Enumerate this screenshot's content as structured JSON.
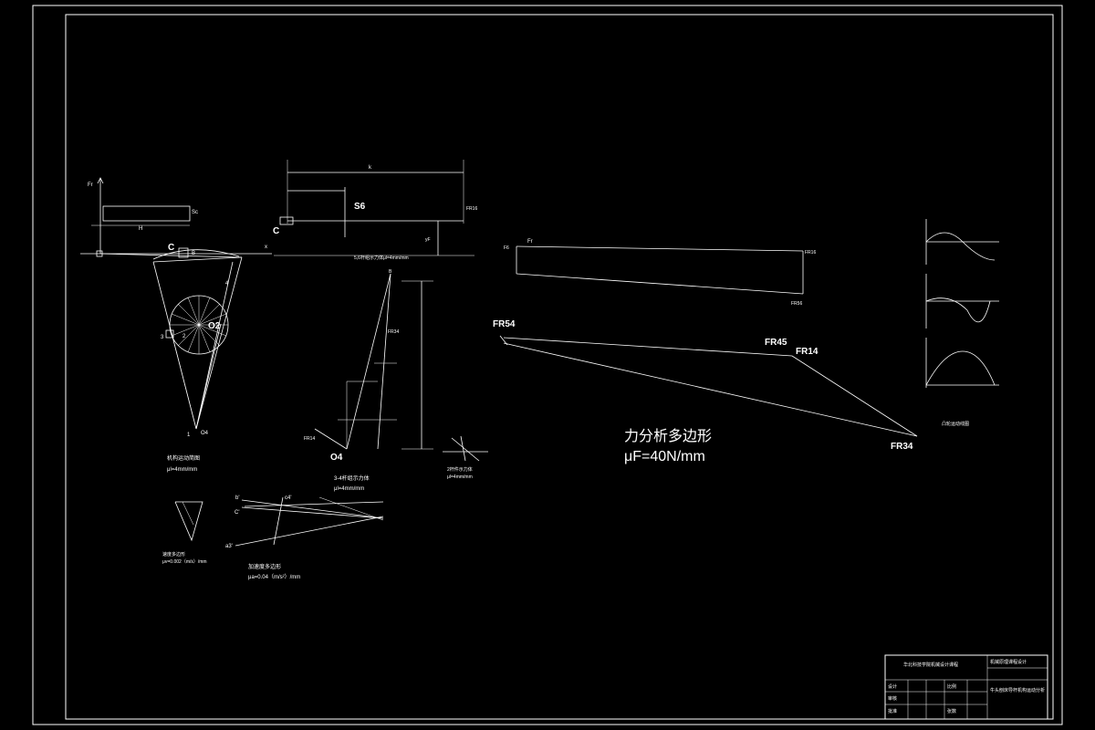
{
  "drawing": {
    "motion_diagram": {
      "title": "机构运动简图",
      "scale": "μl=4mm/mm",
      "labels": {
        "fr": "Fr",
        "h": "H",
        "sc": "Sc",
        "c": "C",
        "b": "B",
        "x": "x",
        "o4": "O4",
        "one": "1",
        "two": "2",
        "three": "3",
        "four": "4",
        "o2": "O2"
      }
    },
    "force_56": {
      "title": "5,6杆组示力体μl=4mm/mm",
      "labels": {
        "k": "k",
        "s6": "S6",
        "c": "C",
        "fr16": "FR16",
        "yf": "yF"
      }
    },
    "force_34": {
      "title": "3-4杆组示力体",
      "scale": "μl=4mm/mm",
      "labels": {
        "o4": "O4",
        "fr14": "FR14",
        "fr34": "FR34",
        "b": "B"
      }
    },
    "force_2": {
      "title": "2杆件示力体",
      "scale": "μl=4mm/mm"
    },
    "velocity": {
      "title": "速度多边形",
      "scale": "μv=0.002（m/s）/mm"
    },
    "acceleration": {
      "title": "加速度多边形",
      "scale": "μa=0.04（m/s²）/mm",
      "labels": {
        "b": "b'",
        "c": "C'",
        "a": "a3'",
        "c4": "c4'"
      }
    },
    "force_polygon": {
      "title": "力分析多边形",
      "scale": "μF=40N/mm",
      "labels": {
        "fr54": "FR54",
        "fr45": "FR45",
        "fr14": "FR14",
        "fr34": "FR34"
      }
    },
    "small_polygon": {
      "labels": {
        "fr": "Fr",
        "fr6": "F6",
        "fr16": "FR16",
        "fr56": "FR56"
      }
    },
    "curves": {
      "title": "凸轮运动线图"
    },
    "title_block": {
      "school": "华北科技学院机械设计课程",
      "subject": "机械原理课程设计",
      "drawing_name": "牛头刨床导杆机构运动分析",
      "design": "设计",
      "check": "审核",
      "approve": "批准",
      "scale": "比例",
      "sheet": "张数"
    }
  }
}
